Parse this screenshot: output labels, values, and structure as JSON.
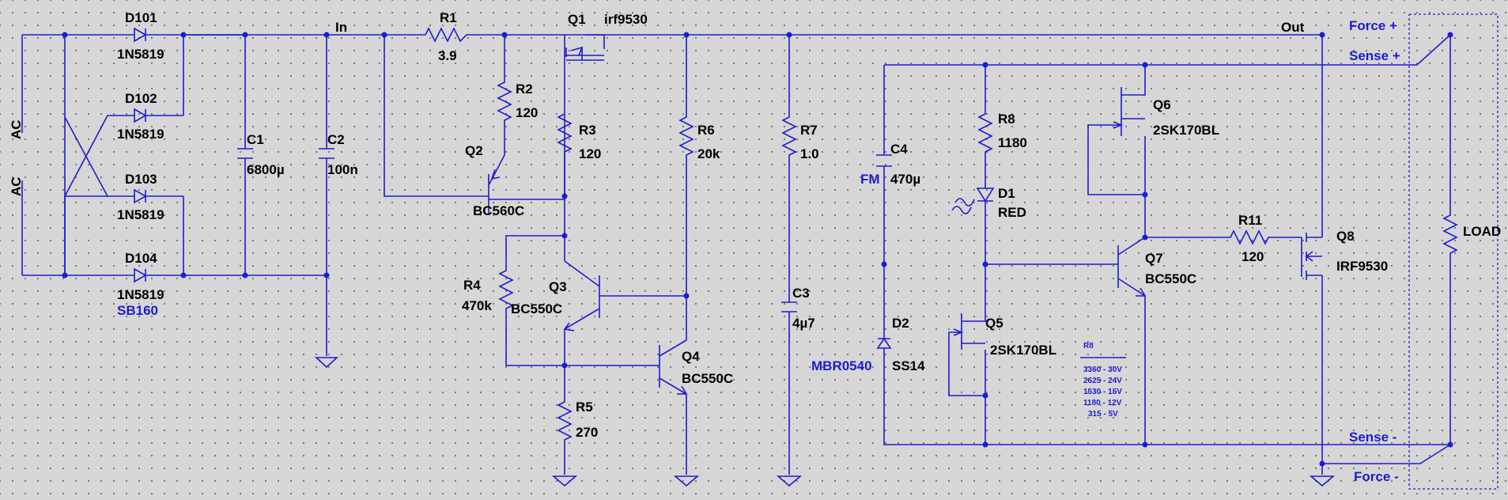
{
  "nodes": {
    "in": "In",
    "out": "Out"
  },
  "ports": {
    "force_plus": "Force +",
    "sense_plus": "Sense +",
    "sense_minus": "Sense -",
    "force_minus": "Force -"
  },
  "ac": [
    "AC",
    "AC"
  ],
  "components": {
    "D101": {
      "ref": "D101",
      "value": "1N5819"
    },
    "D102": {
      "ref": "D102",
      "value": "1N5819"
    },
    "D103": {
      "ref": "D103",
      "value": "1N5819"
    },
    "D104": {
      "ref": "D104",
      "value": "1N5819",
      "alt": "SB160"
    },
    "C1": {
      "ref": "C1",
      "value": "6800µ"
    },
    "C2": {
      "ref": "C2",
      "value": "100n"
    },
    "R1": {
      "ref": "R1",
      "value": "3.9"
    },
    "Q1": {
      "ref": "Q1",
      "value": "irf9530"
    },
    "R2": {
      "ref": "R2",
      "value": "120"
    },
    "Q2": {
      "ref": "Q2",
      "value": "BC560C"
    },
    "R3": {
      "ref": "R3",
      "value": "120"
    },
    "R6": {
      "ref": "R6",
      "value": "20k"
    },
    "R7": {
      "ref": "R7",
      "value": "1.0"
    },
    "R4": {
      "ref": "R4",
      "value": "470k"
    },
    "Q3": {
      "ref": "Q3",
      "value": "BC550C"
    },
    "Q4": {
      "ref": "Q4",
      "value": "BC550C"
    },
    "R5": {
      "ref": "R5",
      "value": "270"
    },
    "C3": {
      "ref": "C3",
      "value": "4µ7"
    },
    "C4": {
      "ref": "C4",
      "value": "470µ",
      "alt": "FM"
    },
    "D2": {
      "ref": "D2",
      "value": "SS14",
      "alt": "MBR0540"
    },
    "R8": {
      "ref": "R8",
      "value": "1180"
    },
    "D1": {
      "ref": "D1",
      "value": "RED"
    },
    "Q5": {
      "ref": "Q5",
      "value": "2SK170BL"
    },
    "Q6": {
      "ref": "Q6",
      "value": "2SK170BL"
    },
    "Q7": {
      "ref": "Q7",
      "value": "BC550C"
    },
    "R11": {
      "ref": "R11",
      "value": "120"
    },
    "Q8": {
      "ref": "Q8",
      "value": "IRF9530"
    },
    "LOAD": {
      "ref": "LOAD"
    }
  },
  "r8_table": {
    "title": "R8",
    "rows": [
      "3360 - 30V",
      "2625 - 24V",
      "1530 - 15V",
      "1180 - 12V",
      "315 - 5V"
    ]
  }
}
